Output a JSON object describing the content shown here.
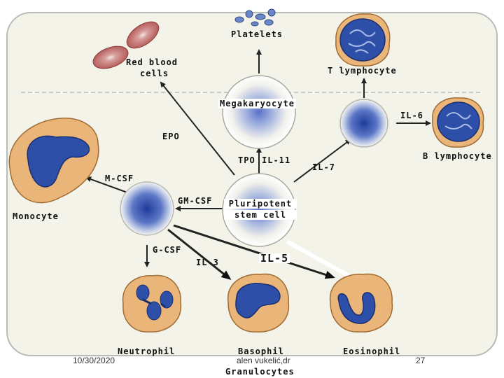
{
  "labels": {
    "platelets": "Platelets",
    "red_blood_cells_1": "Red blood",
    "red_blood_cells_2": "cells",
    "t_lymphocyte": "T lymphocyte",
    "megakaryocyte": "Megakaryocyte",
    "il6": "IL-6",
    "b_lymphocyte": "B lymphocyte",
    "epo": "EPO",
    "tpo": "TPO",
    "il11": "IL-11",
    "il7": "IL-7",
    "mcsf": "M-CSF",
    "gmcsf": "GM-CSF",
    "pluripotent_1": "Pluripotent",
    "pluripotent_2": "stem cell",
    "monocyte": "Monocyte",
    "gcsf": "G-CSF",
    "il3": "IL-3",
    "il5": "IL-5",
    "neutrophil": "Neutrophil",
    "basophil": "Basophil",
    "eosinophil": "Eosinophil",
    "granulocytes": "Granulocytes"
  },
  "footer": {
    "date": "10/30/2020",
    "author": "alen vukelić,dr",
    "page": "27"
  },
  "colors": {
    "panel": "#f4f3ea",
    "cytoplasm": "#e9b578",
    "nucleus": "#2e4fa8",
    "rbc": "#c97b78",
    "arrow": "#222222"
  }
}
